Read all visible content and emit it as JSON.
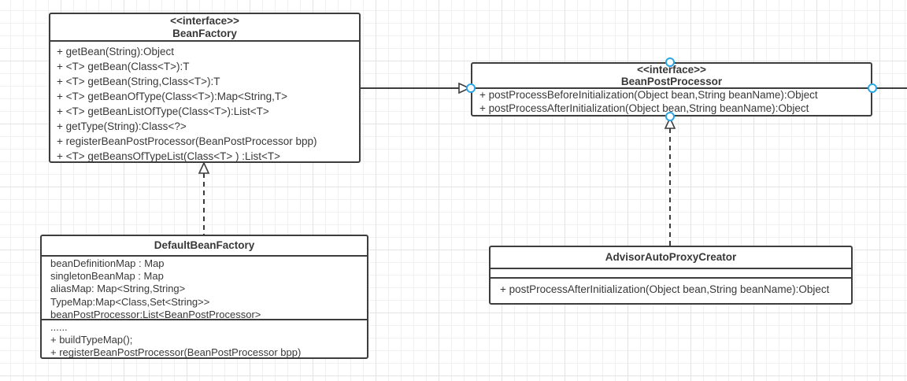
{
  "canvas": {
    "background": "#ffffff",
    "grid_minor_color": "#f1f1f1",
    "grid_major_color": "#e3e3e3"
  },
  "colors": {
    "box_border": "#3d3d3d",
    "box_fill": "#ffffff",
    "text": "#383838",
    "selection_handle": "#2aa6e4"
  },
  "classes": [
    {
      "stereotype": "<<interface>>",
      "name": "BeanFactory",
      "fields": [],
      "methods": [
        "+ getBean(String):Object",
        "+ <T> getBean(Class<T>):T",
        "+ <T> getBean(String,Class<T>):T",
        "+ <T> getBeanOfType(Class<T>):Map<String,T>",
        "+ <T> getBeanListOfType(Class<T>):List<T>",
        "+ getType(String):Class<?>",
        "+ registerBeanPostProcessor(BeanPostProcessor bpp)",
        "+ <T> getBeansOfTypeList(Class<T> ) :List<T>"
      ]
    },
    {
      "stereotype": "<<interface>>",
      "name": "BeanPostProcessor",
      "selected": true,
      "fields": [],
      "methods": [
        "+ postProcessBeforeInitialization(Object bean,String beanName):Object",
        "+ postProcessAfterInitialization(Object bean,String beanName):Object"
      ]
    },
    {
      "stereotype": "",
      "name": "DefaultBeanFactory",
      "fields": [
        "beanDefinitionMap : Map",
        "singletonBeanMap : Map",
        "aliasMap: Map<String,String>",
        "TypeMap:Map<Class,Set<String>>",
        "beanPostProcessor:List<BeanPostProcessor>"
      ],
      "methods": [
        "......",
        "+ buildTypeMap();",
        "+ registerBeanPostProcessor(BeanPostProcessor bpp)"
      ]
    },
    {
      "stereotype": "",
      "name": "AdvisorAutoProxyCreator",
      "fields": [],
      "methods": [
        "+ postProcessAfterInitialization(Object bean,String beanName):Object"
      ]
    }
  ],
  "relations": [
    {
      "from": "BeanFactory",
      "to": "BeanPostProcessor",
      "line": "solid",
      "arrowhead": "hollow-triangle"
    },
    {
      "from": "DefaultBeanFactory",
      "to": "BeanFactory",
      "line": "dashed",
      "arrowhead": "hollow-triangle"
    },
    {
      "from": "AdvisorAutoProxyCreator",
      "to": "BeanPostProcessor",
      "line": "dashed",
      "arrowhead": "hollow-triangle"
    },
    {
      "from": "BeanPostProcessor",
      "to": "off-canvas-right",
      "line": "solid",
      "arrowhead": "none"
    }
  ]
}
